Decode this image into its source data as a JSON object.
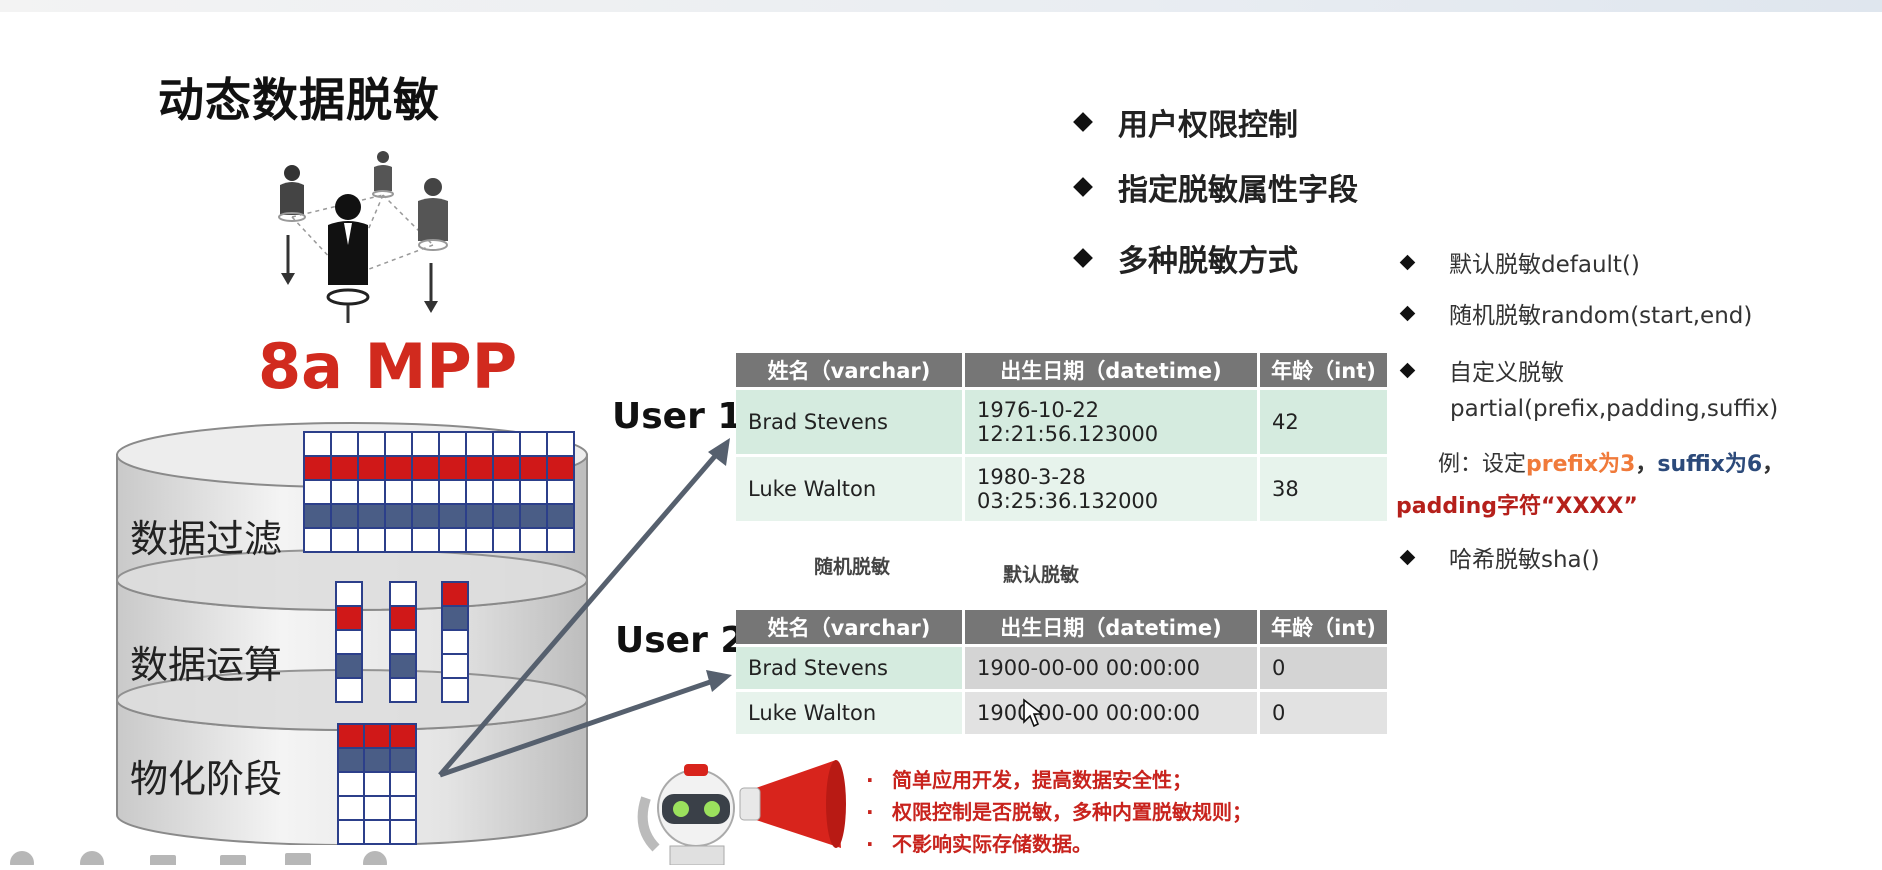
{
  "slide": {
    "title": "动态数据脱敏",
    "product_name": "8a MPP",
    "layers": [
      "数据过滤",
      "数据运算",
      "物化阶段"
    ],
    "features": [
      "用户权限控制",
      "指定脱敏属性字段",
      "多种脱敏方式"
    ],
    "methods": {
      "default": "默认脱敏default()",
      "random": "随机脱敏random(start,end)",
      "custom_line1": "自定义脱敏",
      "custom_line2": "partial(prefix,padding,suffix)",
      "example_prefix": "例：设定",
      "example_p1": "prefix为3",
      "example_sep": "，",
      "example_p2": "suffix为6",
      "example_sep2": "，",
      "example_p3": "padding字符“XXXX”",
      "hash": "哈希脱敏sha()"
    },
    "users": [
      "User 1",
      "User 2"
    ],
    "table_headers": [
      "姓名（varchar)",
      "出生日期（datetime)",
      "年龄（int)"
    ],
    "table_user1": [
      {
        "name": "Brad Stevens",
        "birth_line1": "1976-10-22",
        "birth_line2": "12:21:56.123000",
        "age": "42"
      },
      {
        "name": "Luke Walton",
        "birth_line1": "1980-3-28",
        "birth_line2": "03:25:36.132000",
        "age": "38"
      }
    ],
    "table_user2": [
      {
        "name": "Brad Stevens",
        "birth": "1900-00-00 00:00:00",
        "age": "0"
      },
      {
        "name": "Luke Walton",
        "birth": "1900-00-00 00:00:00",
        "age": "0"
      }
    ],
    "mask_labels": {
      "random": "随机脱敏",
      "default": "默认脱敏"
    },
    "notes": [
      "简单应用开发，提高数据安全性；",
      "权限控制是否脱敏，多种内置脱敏规则；",
      "不影响实际存储数据。"
    ],
    "colors": {
      "accent_red": "#d12a1e",
      "orange": "#f07a3a",
      "navy": "#2c4a7a",
      "header_grey": "#767676",
      "green_cell": "#d5ebdf"
    }
  }
}
